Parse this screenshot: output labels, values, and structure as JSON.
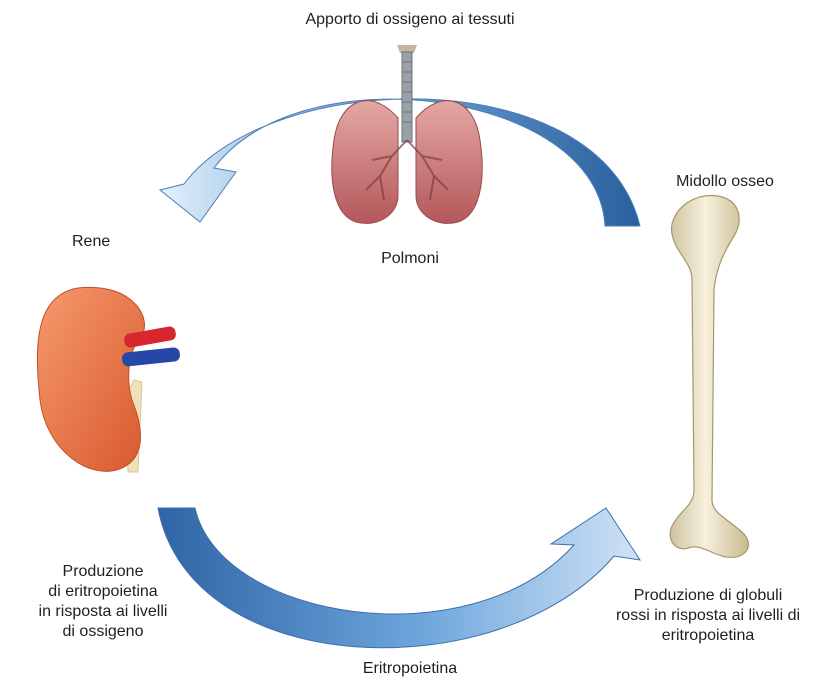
{
  "title": "Apporto di ossigeno ai tessuti",
  "labels": {
    "lungs": "Polmoni",
    "bone_marrow": "Midollo osseo",
    "kidney": "Rene",
    "epo": "Eritropoietina"
  },
  "kidney_caption": [
    "Produzione",
    "di eritropoietina",
    "in risposta ai livelli",
    "di ossigeno"
  ],
  "marrow_caption": [
    "Produzione di globuli",
    "rossi in risposta ai livelli di",
    "eritropoietina"
  ],
  "icons": [
    "lungs-icon",
    "kidney-icon",
    "femur-bone-icon",
    "cycle-arrow-icon"
  ],
  "colors": {
    "arrow_light": "#cfe3f6",
    "arrow_dark": "#2f6fb3",
    "lung": "#c9787a",
    "kidney": "#e9774f",
    "artery": "#d8262f",
    "vein": "#2548a6",
    "bone": "#efe6c9"
  }
}
